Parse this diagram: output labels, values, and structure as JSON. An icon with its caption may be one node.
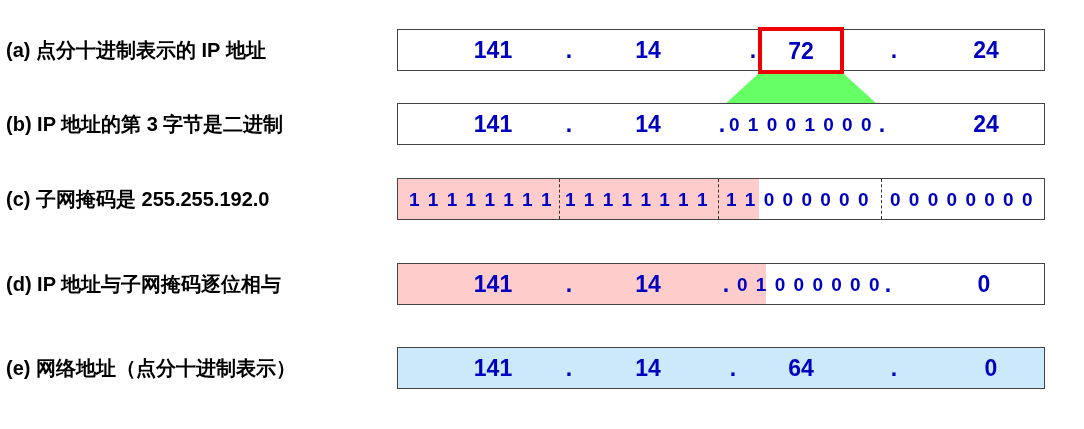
{
  "diagram": {
    "nodes": [
      {
        "text": [
          "141",
          ".",
          "14",
          ".",
          ".",
          "24"
        ]
      },
      {
        "text": [
          "72"
        ],
        "in": 0
      },
      {
        "text": [
          "141",
          ".",
          "14",
          ".",
          ".",
          "24"
        ]
      },
      {
        "text": [
          "0 1 0 0 1 0 0 0"
        ],
        "in": 2
      },
      {
        "text": [
          "1 1 1 1 1 1 1 1",
          "1 1 1 1 1 1 1 1",
          "1 1 0 0 0 0 0 0",
          "0 0 0 0 0 0 0 0"
        ]
      },
      {
        "text": [
          "141",
          ".",
          "14",
          ".",
          "0 1 0 0 0 0 0 0",
          ".",
          "0"
        ]
      },
      {
        "text": [
          "141",
          ".",
          "14",
          ".",
          "64",
          ".",
          "0"
        ]
      }
    ],
    "edges": [
      {
        "from": 1,
        "to": 3,
        "arrow": "none",
        "color": "#66ff66"
      }
    ],
    "labels": [
      "(a) 点分十进制表示的 IP 地址",
      "(b) IP 地址的第 3 字节是二进制",
      "(c) 子网掩码是 255.255.192.0",
      "(d) IP 地址与子网掩码逐位相与",
      "(e) 网络地址（点分十进制表示）"
    ]
  }
}
